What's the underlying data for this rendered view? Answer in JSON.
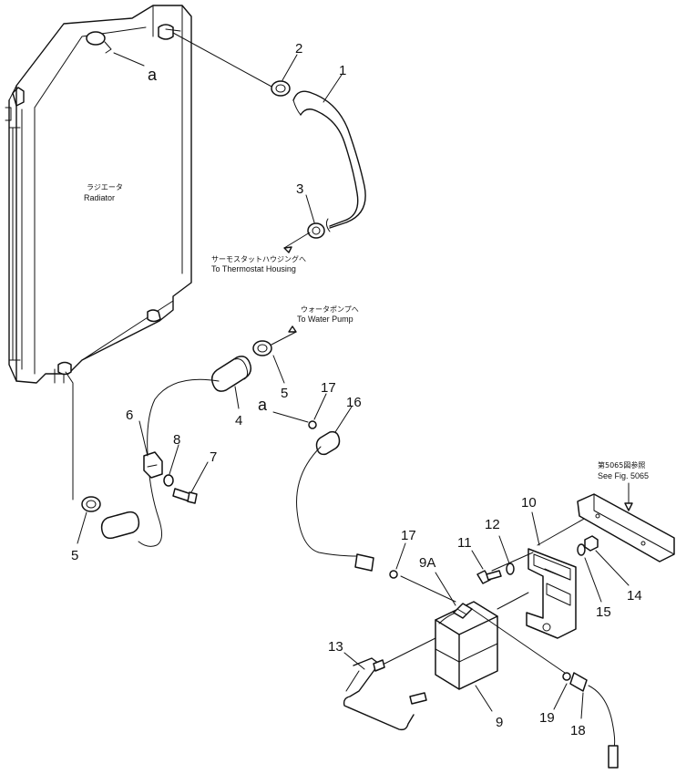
{
  "labels": {
    "radiator_jp": "ラジエータ",
    "radiator_en": "Radiator",
    "thermostat_jp": "サーモスタットハウジングへ",
    "thermostat_en": "To Thermostat Housing",
    "water_pump_jp": "ウォータポンプへ",
    "water_pump_en": "To Water Pump",
    "see_fig_jp": "第5065図参照",
    "see_fig_en": "See Fig. 5065",
    "ref_a_top": "a",
    "ref_a_mid": "a"
  },
  "callouts": {
    "c1": "1",
    "c2": "2",
    "c3": "3",
    "c4": "4",
    "c5a": "5",
    "c5b": "5",
    "c6": "6",
    "c7": "7",
    "c8": "8",
    "c9": "9",
    "c9a": "9A",
    "c10": "10",
    "c11": "11",
    "c12": "12",
    "c13": "13",
    "c14": "14",
    "c15": "15",
    "c16": "16",
    "c17a": "17",
    "c17b": "17",
    "c18": "18",
    "c19": "19"
  }
}
